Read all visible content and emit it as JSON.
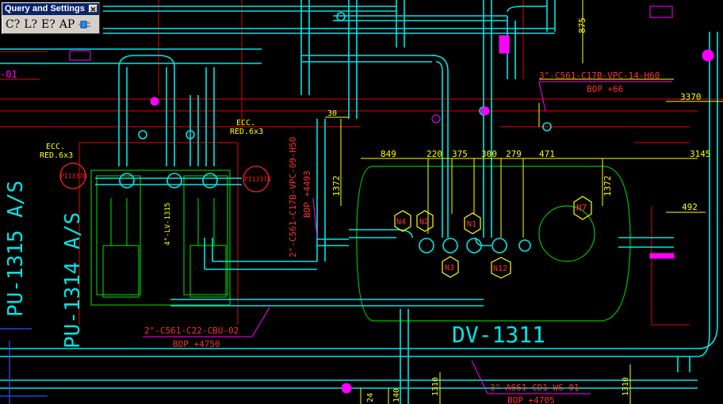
{
  "toolbar": {
    "title": "Query and Settings",
    "close_glyph": "✕",
    "buttons": [
      "C?",
      "L?",
      "E?",
      "AP"
    ],
    "ap_icon": "plug-icon"
  },
  "drawing": {
    "labels": {
      "pump_a": "PU-1315 A/S",
      "pump_b": "PU-1314 A/S",
      "vessel": "DV-1311",
      "line_top_left": "-01",
      "line_1": "3\"-C561-C17B-VPC-14-H60",
      "line_1_bop": "BOP +66",
      "line_2": "2\"-C561-C17B-VPC-09-H50",
      "line_2_bop": "BOP +4493",
      "line_3": "2\"-C561-C22-CBU-02",
      "line_3_bop": "BOP +4750",
      "line_4": "3\"-A661-CD1-WS-01",
      "line_4_bop": "BOP +4705",
      "ecc_1": "ECC.",
      "ecc_1b": "RED.6x3",
      "ecc_2": "ECC.",
      "ecc_2b": "RED.6x3",
      "pi_b": "PI1337B",
      "pi_a": "PI1337A",
      "lv": "4\"-LV-1315",
      "dims": [
        "849",
        "220",
        "375",
        "300",
        "279",
        "471",
        "3145",
        "3370",
        "492",
        "1372",
        "1372",
        "875",
        "30",
        "1310",
        "1310",
        "24",
        "140"
      ],
      "nozzles": [
        "N4",
        "N2",
        "N1",
        "N7",
        "N3",
        "N12"
      ]
    }
  }
}
